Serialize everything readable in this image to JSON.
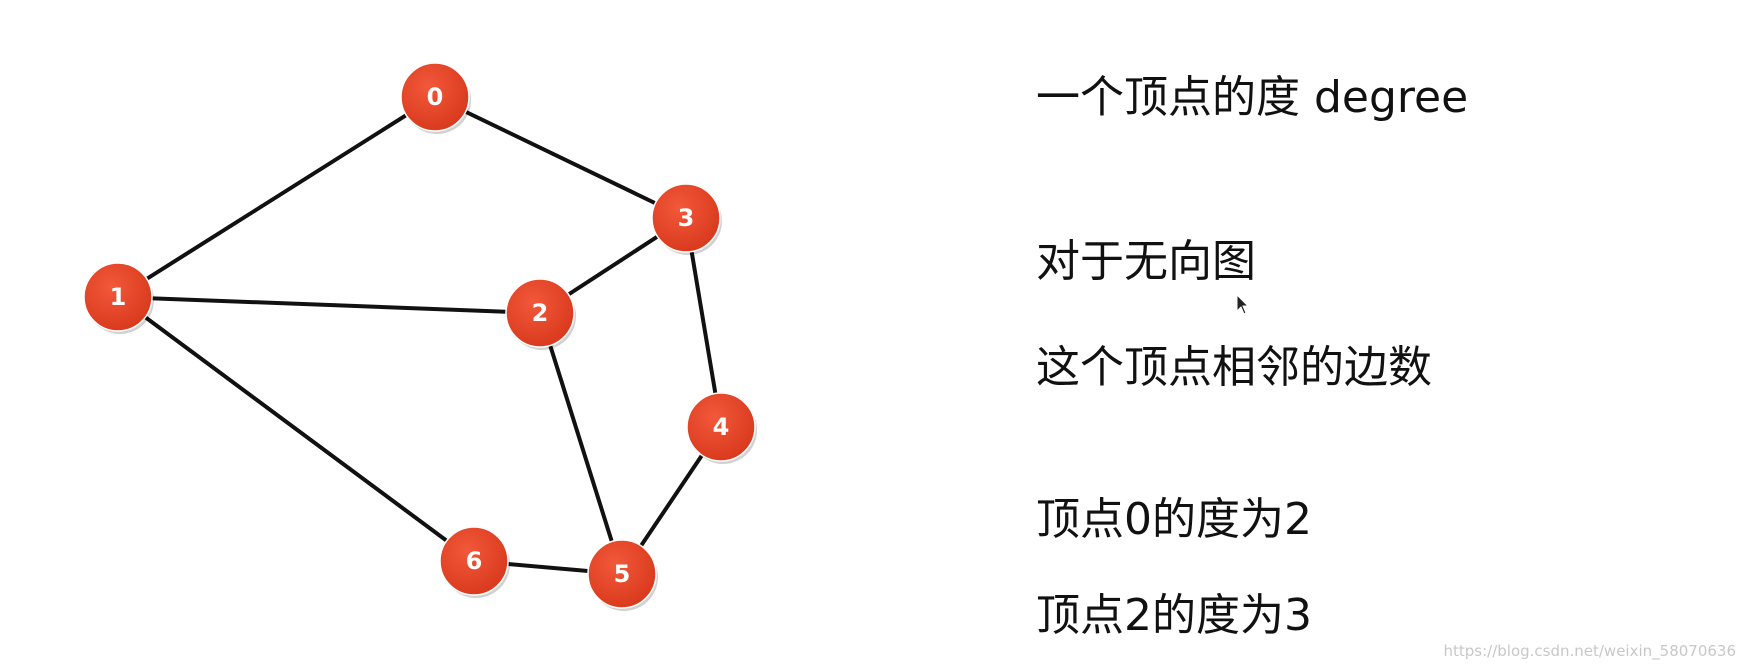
{
  "graph": {
    "colors": {
      "node_fill": "#e8401f",
      "node_stroke": "#b22d12",
      "edge": "#111111",
      "label": "#ffffff"
    },
    "nodes": [
      "0",
      "1",
      "2",
      "3",
      "4",
      "5",
      "6"
    ],
    "edges": [
      [
        "0",
        "1"
      ],
      [
        "0",
        "3"
      ],
      [
        "1",
        "2"
      ],
      [
        "1",
        "6"
      ],
      [
        "2",
        "3"
      ],
      [
        "2",
        "5"
      ],
      [
        "3",
        "4"
      ],
      [
        "4",
        "5"
      ],
      [
        "5",
        "6"
      ]
    ]
  },
  "text": {
    "title": "一个顶点的度 degree",
    "line1": "对于无向图",
    "line2": "这个顶点相邻的边数",
    "line3": "顶点0的度为2",
    "line4": "顶点2的度为3"
  },
  "watermark": "https://blog.csdn.net/weixin_58070636"
}
